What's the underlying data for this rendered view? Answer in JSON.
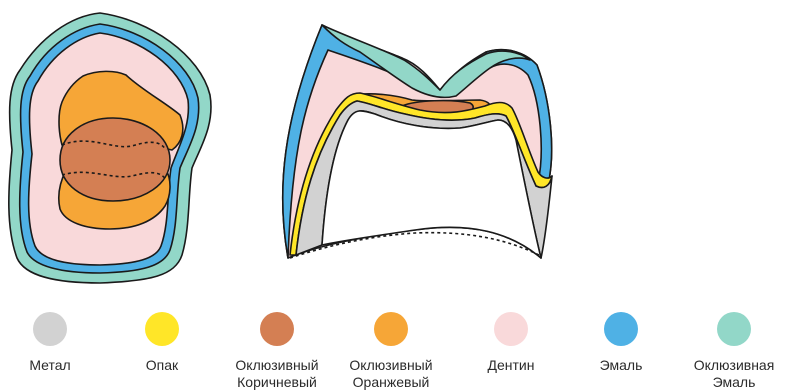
{
  "colors": {
    "metal": "#d2d2d2",
    "opaque": "#ffe628",
    "occlusal_brown": "#d47f53",
    "occlusal_orange": "#f6a637",
    "dentin": "#f9d9da",
    "enamel": "#4fb1e5",
    "occlusal_enamel": "#92d7c8",
    "outline": "#1a1a1a"
  },
  "legend": [
    {
      "line1": "Метал",
      "line2": "",
      "color": "#d2d2d2"
    },
    {
      "line1": "Опак",
      "line2": "",
      "color": "#ffe628"
    },
    {
      "line1": "Оклюзивный",
      "line2": "Коричневый",
      "color": "#d47f53"
    },
    {
      "line1": "Оклюзивный",
      "line2": "Оранжевый",
      "color": "#f6a637"
    },
    {
      "line1": "Дентин",
      "line2": "",
      "color": "#f9d9da"
    },
    {
      "line1": "Эмаль",
      "line2": "",
      "color": "#4fb1e5"
    },
    {
      "line1": "Оклюзивная",
      "line2": "Эмаль",
      "color": "#92d7c8"
    }
  ]
}
